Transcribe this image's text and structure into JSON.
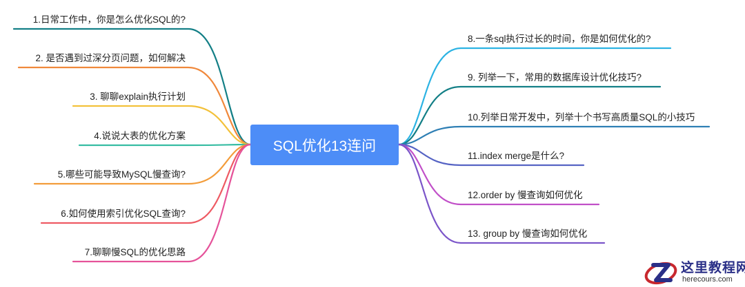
{
  "center": {
    "label": "SQL优化13连问"
  },
  "left_topics": [
    {
      "label": "1.日常工作中，你是怎么优化SQL的?",
      "color": "#137f86"
    },
    {
      "label": "2. 是否遇到过深分页问题，如何解决",
      "color": "#f0883b"
    },
    {
      "label": "3. 聊聊explain执行计划",
      "color": "#f3c13a"
    },
    {
      "label": "4.说说大表的优化方案",
      "color": "#36bca2"
    },
    {
      "label": "5.哪些可能导致MySQL慢查询?",
      "color": "#f39c3a"
    },
    {
      "label": "6.如何使用索引优化SQL查询?",
      "color": "#ee5a63"
    },
    {
      "label": "7.聊聊慢SQL的优化思路",
      "color": "#e5539a"
    }
  ],
  "right_topics": [
    {
      "label": "8.一条sql执行过长的时间，你是如何优化的?",
      "color": "#2cb3e3"
    },
    {
      "label": "9. 列举一下，常用的数据库设计优化技巧?",
      "color": "#137f86"
    },
    {
      "label": "10.列举日常开发中，列举十个书写高质量SQL的小技巧",
      "color": "#2e7fb4"
    },
    {
      "label": "11.index merge是什么?",
      "color": "#5563c4"
    },
    {
      "label": "12.order by 慢查询如何优化",
      "color": "#c14fc8"
    },
    {
      "label": "13. group by 慢查询如何优化",
      "color": "#7b55c9"
    }
  ],
  "watermark": {
    "title": "这里教程网",
    "url": "herecours.com",
    "logo_colors": [
      "#c8282e",
      "#2a2f87"
    ]
  }
}
